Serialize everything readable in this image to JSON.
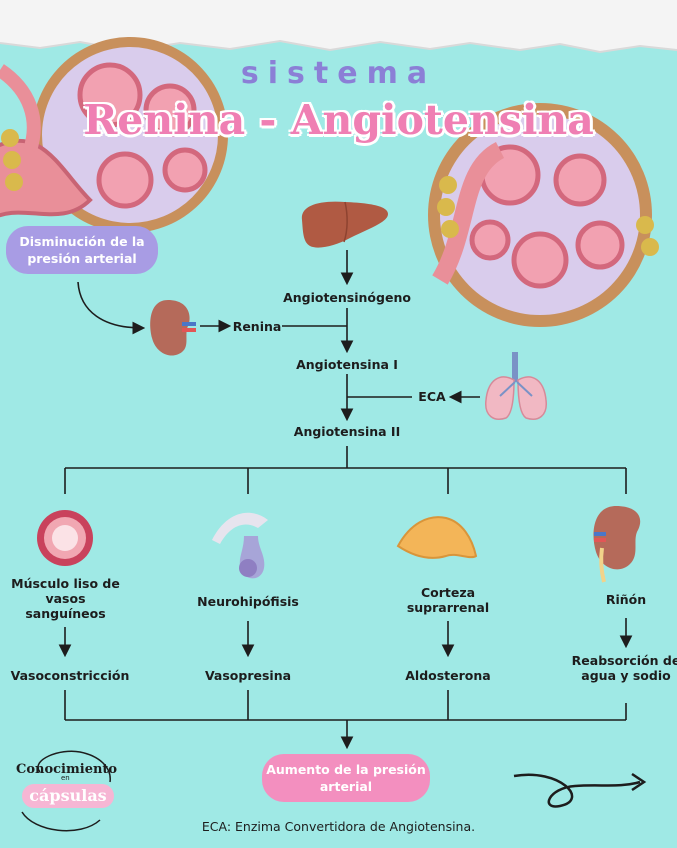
{
  "title": {
    "small": "sistema",
    "main": "Renina - Angiotensina"
  },
  "start_pill": "Disminución de la presión arterial",
  "chain": {
    "angiotensinogen": "Angiotensinógeno",
    "renin": "Renina",
    "ang1": "Angiotensina I",
    "eca": "ECA",
    "ang2": "Angiotensina II"
  },
  "branches": [
    {
      "organ": "Músculo liso de vasos sanguíneos",
      "effect": "Vasoconstricción",
      "icon": "blood-vessel-icon"
    },
    {
      "organ": "Neurohipófisis",
      "effect": "Vasopresina",
      "icon": "pituitary-icon"
    },
    {
      "organ": "Corteza suprarrenal",
      "effect": "Aldosterona",
      "icon": "adrenal-gland-icon"
    },
    {
      "organ": "Riñón",
      "effect": "Reabsorción de agua y sodio",
      "icon": "kidney-icon"
    }
  ],
  "result_pill": "Aumento de la presión arterial",
  "footnote": "ECA: Enzima Convertidora de Angiotensina.",
  "logo": {
    "line1": "Conocimiento",
    "line2": "en",
    "line3": "cápsulas"
  },
  "colors": {
    "background": "#9fe9e5",
    "title_pink": "#ef7fb3",
    "title_purple": "#8b7fd6",
    "pill_purple": "#a89ce4",
    "pill_pink": "#f38fbf"
  }
}
